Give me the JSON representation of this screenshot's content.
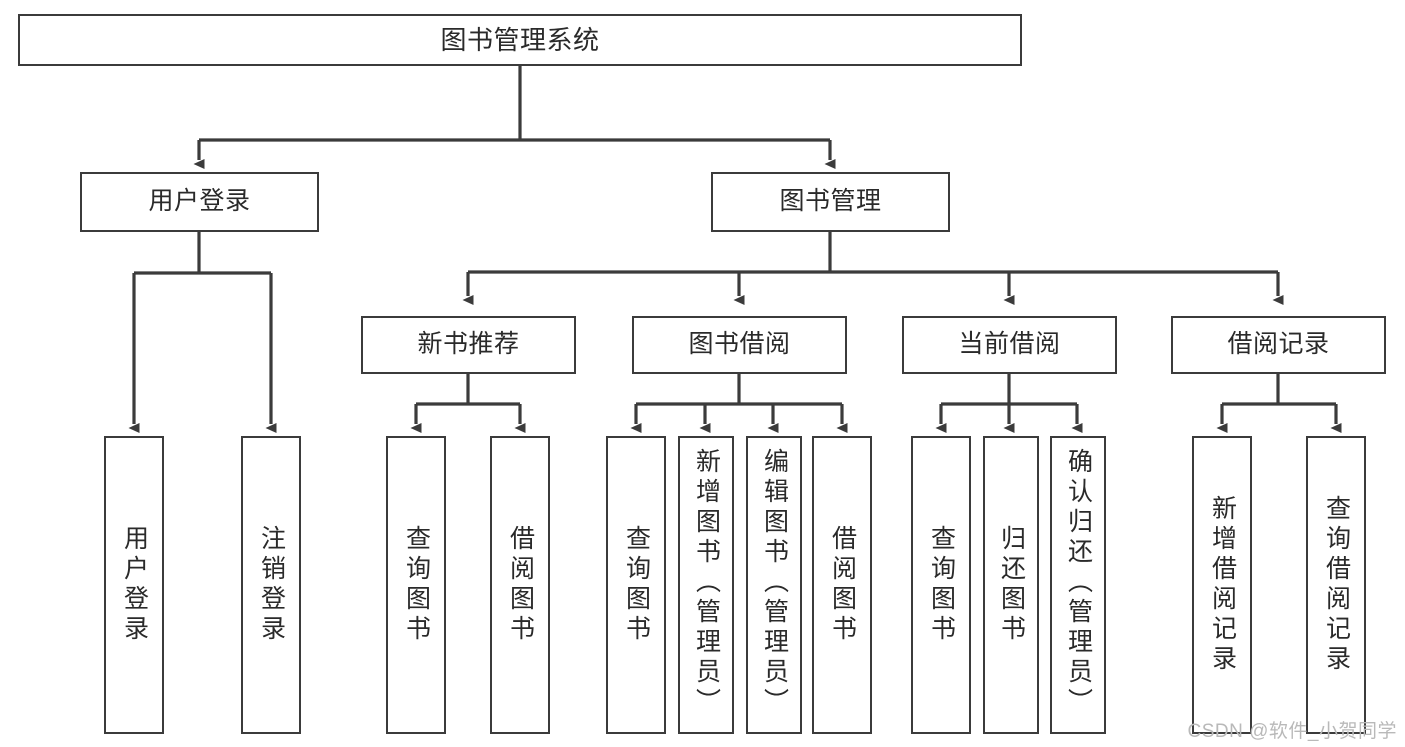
{
  "diagram": {
    "title": "图书管理系统",
    "type": "tree-hierarchy",
    "orientation": "top-down",
    "colors": {
      "background": "#ffffff",
      "node_fill": "#ffffff",
      "node_border": "#3b3b3b",
      "edge": "#3b3b3b",
      "text": "#2a2a2a",
      "watermark": "#b9b9b9"
    },
    "root": {
      "label": "图书管理系统"
    },
    "level2": [
      {
        "id": "user-login",
        "label": "用户登录"
      },
      {
        "id": "book-manage",
        "label": "图书管理"
      }
    ],
    "level3": [
      {
        "id": "new-book-recommend",
        "label": "新书推荐"
      },
      {
        "id": "book-borrow",
        "label": "图书借阅"
      },
      {
        "id": "current-borrow",
        "label": "当前借阅"
      },
      {
        "id": "borrow-record",
        "label": "借阅记录"
      }
    ],
    "leaves": {
      "user_login": [
        {
          "id": "leaf-user-login",
          "label": "用户登录"
        },
        {
          "id": "leaf-logout-login",
          "label": "注销登录"
        }
      ],
      "new_book_recommend": [
        {
          "id": "leaf-query-book-1",
          "label": "查询图书"
        },
        {
          "id": "leaf-borrow-book-1",
          "label": "借阅图书"
        }
      ],
      "book_borrow": [
        {
          "id": "leaf-query-book-2",
          "label": "查询图书"
        },
        {
          "id": "leaf-add-book",
          "label": "新增图书（管理员）"
        },
        {
          "id": "leaf-edit-book",
          "label": "编辑图书（管理员）"
        },
        {
          "id": "leaf-borrow-book-2",
          "label": "借阅图书"
        }
      ],
      "current_borrow": [
        {
          "id": "leaf-query-book-3",
          "label": "查询图书"
        },
        {
          "id": "leaf-return-book",
          "label": "归还图书"
        },
        {
          "id": "leaf-confirm-return",
          "label": "确认归还（管理员）"
        }
      ],
      "borrow_record": [
        {
          "id": "leaf-add-record",
          "label": "新增借阅记录"
        },
        {
          "id": "leaf-query-record",
          "label": "查询借阅记录"
        }
      ]
    },
    "watermark": "CSDN @软件_小贺同学"
  }
}
